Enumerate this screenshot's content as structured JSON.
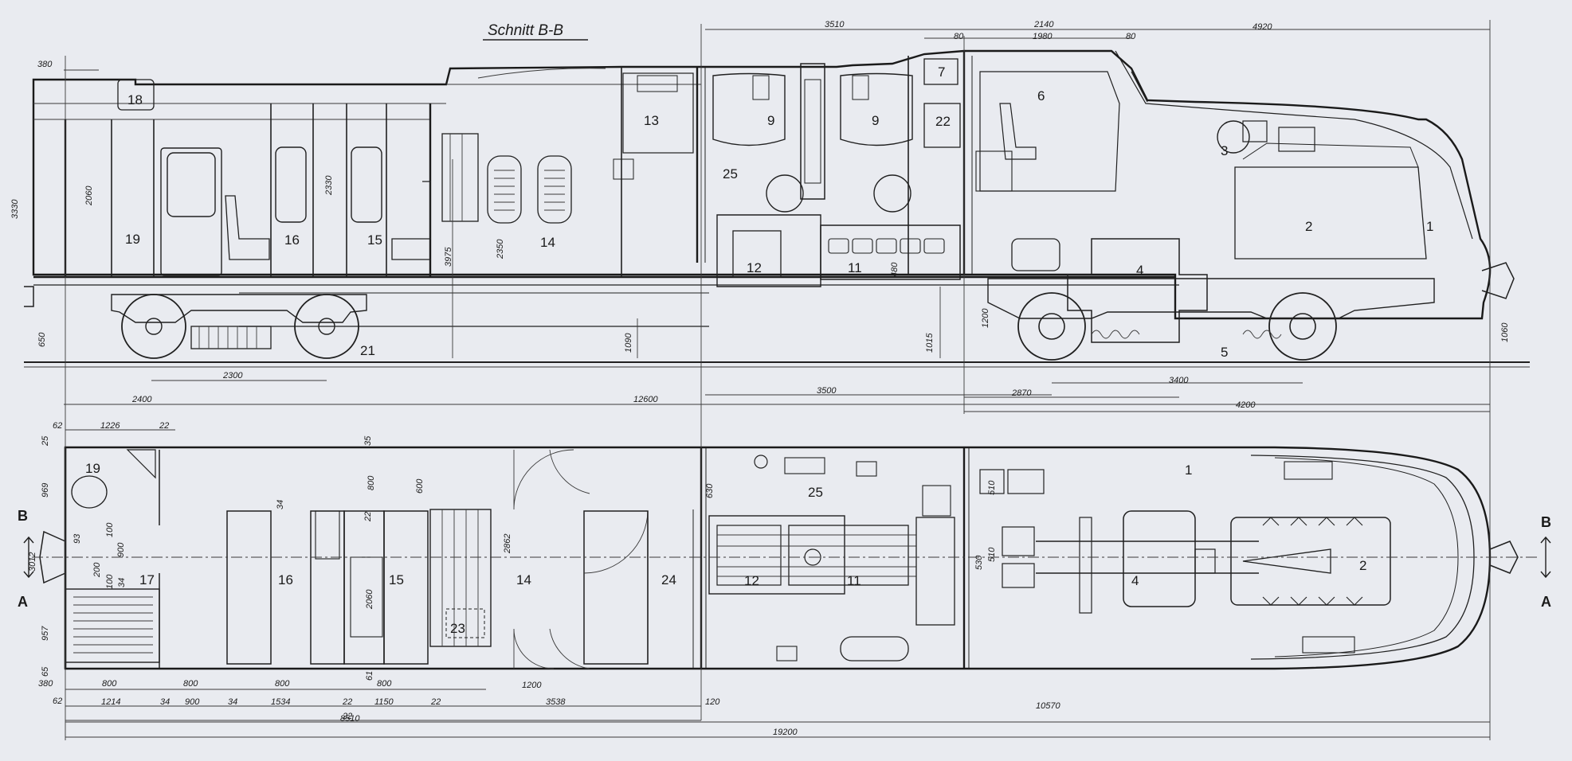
{
  "drawing": {
    "title": "Schnitt B-B",
    "section_marks": [
      "B",
      "A",
      "B",
      "A"
    ],
    "component_numbers": {
      "side": [
        "18",
        "19",
        "16",
        "15",
        "14",
        "13",
        "9",
        "9",
        "7",
        "22",
        "6",
        "25",
        "3",
        "2",
        "1",
        "12",
        "11",
        "4",
        "21",
        "5"
      ],
      "plan": [
        "19",
        "17",
        "16",
        "15",
        "14",
        "23",
        "24",
        "25",
        "12",
        "11",
        "4",
        "1",
        "2"
      ]
    },
    "dimensions_top": [
      "3510",
      "2140",
      "4920",
      "80",
      "1980",
      "80",
      "380"
    ],
    "dimensions_side": [
      "2060",
      "2330",
      "2350",
      "3975",
      "480",
      "3330",
      "650",
      "1090",
      "1015",
      "1200",
      "1060"
    ],
    "dimensions_below_side": [
      "2300",
      "3500",
      "2870",
      "3400",
      "2400",
      "12600",
      "4200"
    ],
    "dimensions_plan_top": [
      "62",
      "1226",
      "22",
      "25",
      "35",
      "630",
      "510"
    ],
    "dimensions_plan_inner": [
      "969",
      "3012",
      "957",
      "65",
      "93",
      "100",
      "900",
      "200",
      "100",
      "34",
      "800",
      "600",
      "2862",
      "2060",
      "510",
      "530",
      "22",
      "34",
      "61"
    ],
    "dimensions_plan_bottom": [
      "380",
      "62",
      "800",
      "800",
      "800",
      "800",
      "1200",
      "1214",
      "900",
      "1534",
      "1150",
      "3538",
      "34",
      "34",
      "22",
      "22",
      "22",
      "120",
      "10570",
      "8510",
      "19200"
    ]
  }
}
